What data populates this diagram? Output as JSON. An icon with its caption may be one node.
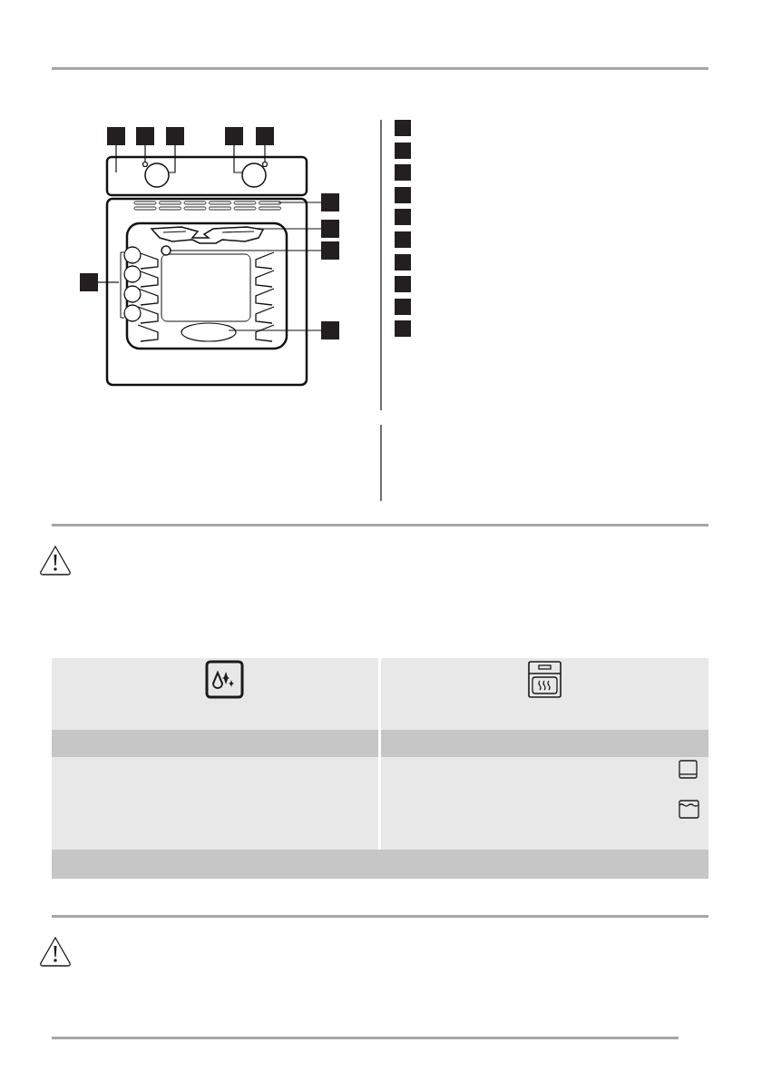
{
  "diagram": {
    "nodes": [
      {
        "text": [],
        "shape": "box"
      },
      {
        "text": [],
        "shape": "box"
      },
      {
        "text": [],
        "shape": "box"
      },
      {
        "text": [],
        "shape": "box"
      },
      {
        "text": [],
        "shape": "box"
      },
      {
        "text": [],
        "shape": "box"
      },
      {
        "text": [],
        "shape": "box"
      },
      {
        "text": [],
        "shape": "box"
      },
      {
        "text": [],
        "shape": "box"
      },
      {
        "text": [],
        "shape": "box"
      },
      {
        "text": [],
        "shape": "box"
      },
      {
        "text": [],
        "shape": "box"
      },
      {
        "text": [],
        "shape": "box"
      },
      {
        "text": [],
        "shape": "box"
      },
      {
        "text": [],
        "shape": "box"
      },
      {
        "text": [],
        "shape": "box"
      },
      {
        "text": [],
        "shape": "box"
      },
      {
        "text": [],
        "shape": "box"
      },
      {
        "text": [],
        "shape": "box"
      },
      {
        "text": [],
        "shape": "box"
      },
      {
        "text": [],
        "shape": "circle"
      },
      {
        "text": [],
        "shape": "circle"
      },
      {
        "text": [],
        "shape": "circle"
      },
      {
        "text": [],
        "shape": "circle"
      },
      {
        "text": [],
        "shape": "circle"
      }
    ],
    "edges": [
      {
        "from": 0,
        "to": null,
        "arrow": "none"
      },
      {
        "from": 1,
        "to": 20,
        "arrow": "none"
      },
      {
        "from": 2,
        "to": 21,
        "arrow": "none"
      },
      {
        "from": 3,
        "to": 22,
        "arrow": "none"
      },
      {
        "from": 4,
        "to": 23,
        "arrow": "none"
      },
      {
        "from": 5,
        "to": null,
        "arrow": "none"
      },
      {
        "from": 6,
        "to": null,
        "arrow": "none"
      },
      {
        "from": 7,
        "to": 24,
        "arrow": "none"
      },
      {
        "from": 8,
        "to": null,
        "arrow": "none"
      },
      {
        "from": 9,
        "to": null,
        "arrow": "none"
      }
    ]
  }
}
